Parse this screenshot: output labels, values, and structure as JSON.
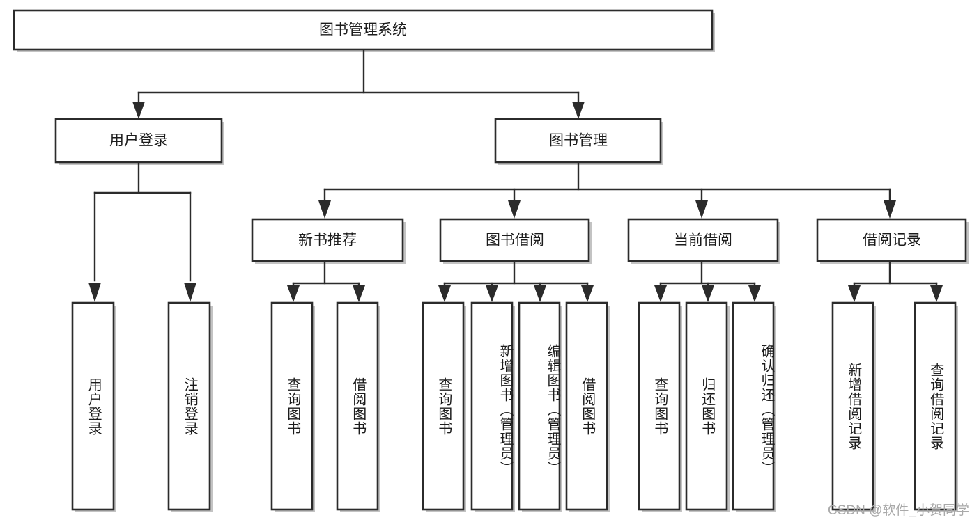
{
  "diagram": {
    "type": "tree-hierarchy",
    "title": "图书管理系统",
    "orientation": "top-down",
    "watermark": "CSDN @软件_小贺同学",
    "colors": {
      "box_fill": "#ffffff",
      "box_border": "#2b2b2b",
      "connector": "#2b2b2b",
      "text": "#1c1c1c",
      "watermark": "#a9a9a9",
      "background": "#ffffff"
    },
    "levels": {
      "root": {
        "label": "图书管理系统"
      },
      "level2": [
        {
          "label": "用户登录"
        },
        {
          "label": "图书管理"
        }
      ],
      "level3": [
        {
          "label": "新书推荐"
        },
        {
          "label": "图书借阅"
        },
        {
          "label": "当前借阅"
        },
        {
          "label": "借阅记录"
        }
      ],
      "leaves": {
        "用户登录": [
          "用户登录",
          "注销登录"
        ],
        "新书推荐": [
          "查询图书",
          "借阅图书"
        ],
        "图书借阅": [
          "查询图书",
          "新增图书（管理员）",
          "编辑图书（管理员）",
          "借阅图书"
        ],
        "当前借阅": [
          "查询图书",
          "归还图书",
          "确认归还（管理员）"
        ],
        "借阅记录": [
          "新增借阅记录",
          "查询借阅记录"
        ]
      }
    },
    "nodes": {
      "root": {
        "label": "图书管理系统"
      },
      "user_login": {
        "label": "用户登录"
      },
      "book_manage": {
        "label": "图书管理"
      },
      "new_book_rec": {
        "label": "新书推荐"
      },
      "book_borrow": {
        "label": "图书借阅"
      },
      "current_borrow": {
        "label": "当前借阅"
      },
      "borrow_record": {
        "label": "借阅记录"
      },
      "leaf_user_login": {
        "label": "用户登录"
      },
      "leaf_logout": {
        "label": "注销登录"
      },
      "leaf_query_book_1": {
        "label": "查询图书"
      },
      "leaf_borrow_book_1": {
        "label": "借阅图书"
      },
      "leaf_query_book_2": {
        "label": "查询图书"
      },
      "leaf_add_book_admin": {
        "label": "新增图书（管理员）"
      },
      "leaf_edit_book_admin": {
        "label": "编辑图书（管理员）"
      },
      "leaf_borrow_book_2": {
        "label": "借阅图书"
      },
      "leaf_query_book_3": {
        "label": "查询图书"
      },
      "leaf_return_book": {
        "label": "归还图书"
      },
      "leaf_confirm_return_admin": {
        "label": "确认归还（管理员）"
      },
      "leaf_add_borrow_record": {
        "label": "新增借阅记录"
      },
      "leaf_query_borrow_record": {
        "label": "查询借阅记录"
      }
    }
  }
}
